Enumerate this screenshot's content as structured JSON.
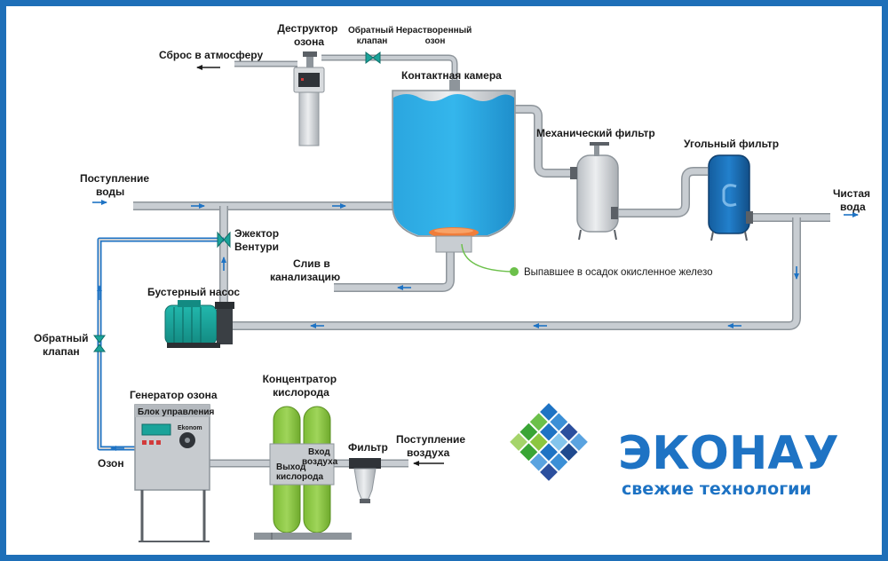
{
  "labels": {
    "ozone_destructor": [
      "Деструктор",
      "озона"
    ],
    "check_valve_top": [
      "Обратный",
      "клапан"
    ],
    "undissolved_ozone": [
      "Нерастворенный",
      "озон"
    ],
    "vent_to_atmosphere": "Сброс в атмосферу",
    "contact_chamber": "Контактная камера",
    "mechanical_filter": "Механический фильтр",
    "carbon_filter": "Угольный фильтр",
    "water_inlet": [
      "Поступление",
      "воды"
    ],
    "clean_water": [
      "Чистая",
      "вода"
    ],
    "venturi_ejector": [
      "Эжектор",
      "Вентури"
    ],
    "drain": [
      "Слив в",
      "канализацию"
    ],
    "sediment_note": "Выпавшее в осадок окисленное железо",
    "booster_pump": "Бустерный насос",
    "check_valve_left": [
      "Обратный",
      "клапан"
    ],
    "ozone_generator": "Генератор озона",
    "control_unit": "Блок управления",
    "ekonom_badge": "Ekonom",
    "ozone_out": "Озон",
    "oxygen_concentrator": [
      "Концентратор",
      "кислорода"
    ],
    "air_in_label": [
      "Вход",
      "воздуха"
    ],
    "oxygen_out_label": [
      "Выход",
      "кислорода"
    ],
    "air_filter": "Фильтр",
    "air_inlet": [
      "Поступление",
      "воздуха"
    ]
  },
  "logo": {
    "name": "ЭКОНАУ",
    "tagline": "свежие технологии"
  },
  "colors": {
    "frame": "#1e6fb8",
    "pipe": "#c8cdd2",
    "pipe_outline": "#8e959b",
    "tank_water": "#29a9e1",
    "carbon_filter": "#1d6fb8",
    "pump": "#1aa39a",
    "concentrator": "#8cc63f",
    "sediment": "#f07d3a",
    "annotation": "#6cc04a",
    "flow_arrow": "#1e73c4",
    "logo": "#1e73c4"
  }
}
